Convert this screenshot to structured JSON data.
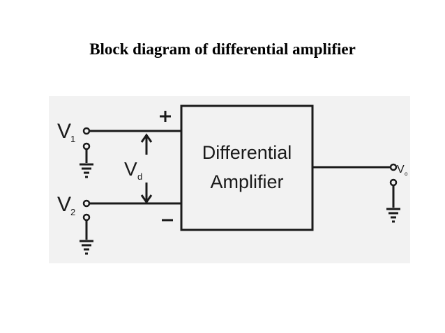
{
  "title": "Block diagram of differential amplifier",
  "diagram": {
    "block_label_line1": "Differential",
    "block_label_line2": "Amplifier",
    "input1": {
      "label": "V",
      "subscript": "1"
    },
    "input2": {
      "label": "V",
      "subscript": "2"
    },
    "diff_voltage": {
      "label": "V",
      "subscript": "d"
    },
    "output": {
      "label": "V",
      "subscript": "o"
    },
    "plus_sign": "+",
    "minus_sign": "−"
  },
  "colors": {
    "ink": "#1a1a1a",
    "paper": "#f2f2f2"
  }
}
